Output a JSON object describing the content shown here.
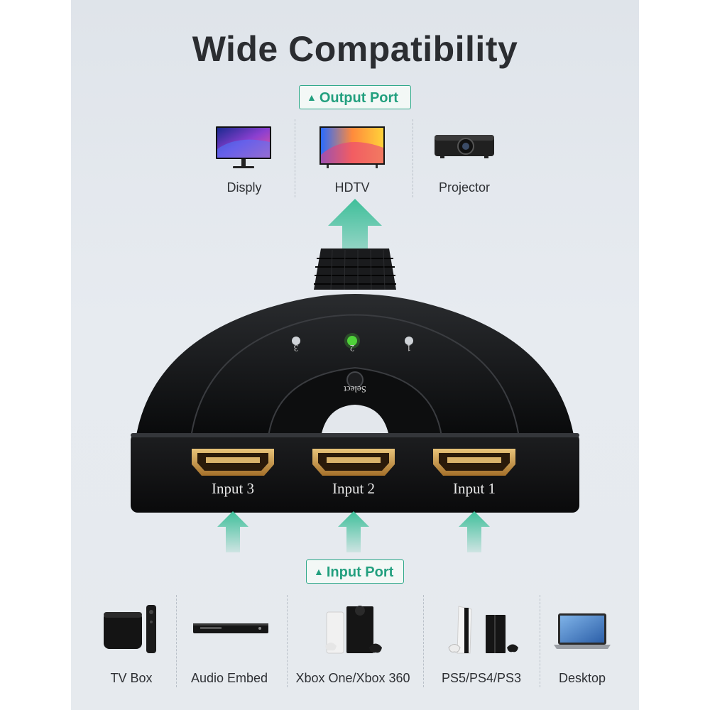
{
  "title": "Wide Compatibility",
  "output_badge": {
    "icon": "up-triangle-icon",
    "label": "Output Port"
  },
  "input_badge": {
    "icon": "up-triangle-icon",
    "label": "Input Port"
  },
  "output_devices": [
    {
      "icon": "monitor-icon",
      "label": "Disply"
    },
    {
      "icon": "tv-icon",
      "label": "HDTV"
    },
    {
      "icon": "projector-icon",
      "label": "Projector"
    }
  ],
  "switch": {
    "leds": [
      "3",
      "2",
      "1"
    ],
    "active_led": "2",
    "select_label": "Select",
    "ports": [
      "Input 3",
      "Input 2",
      "Input 1"
    ]
  },
  "input_devices": [
    {
      "icon": "tv-box-icon",
      "label": "TV Box"
    },
    {
      "icon": "blu-ray-player-icon",
      "label": "Audio Embed"
    },
    {
      "icon": "xbox-console-icon",
      "label": "Xbox One/Xbox 360"
    },
    {
      "icon": "playstation-console-icon",
      "label": "PS5/PS4/PS3"
    },
    {
      "icon": "laptop-icon",
      "label": "Desktop"
    }
  ],
  "colors": {
    "accent": "#23a07f",
    "arrow": "#3fbf9a",
    "led_active": "#4fd23a"
  }
}
